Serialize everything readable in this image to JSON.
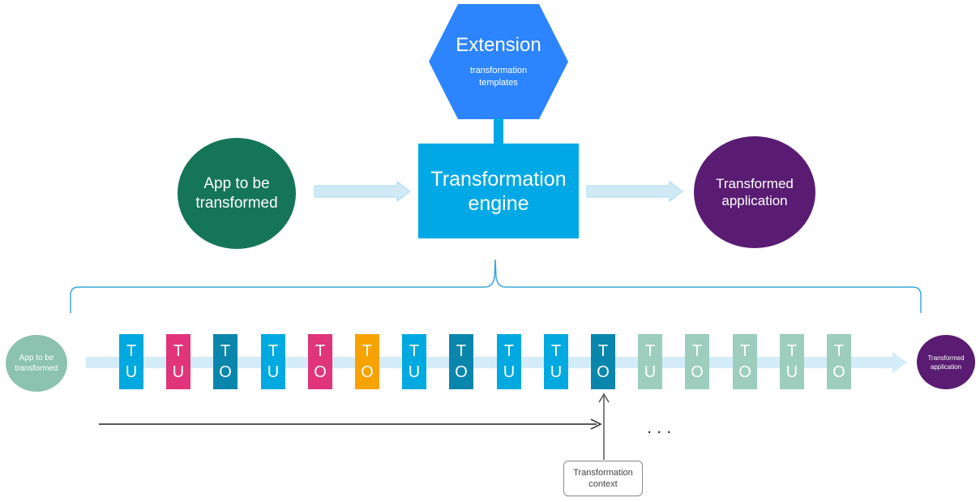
{
  "extension": {
    "title": "Extension",
    "subtitle_line1": "transformation",
    "subtitle_line2": "templates"
  },
  "engine": {
    "line1": "Transformation",
    "line2": "engine"
  },
  "app_big": {
    "line1": "App to be",
    "line2": "transformed"
  },
  "out_big": {
    "line1": "Transformed",
    "line2": "application"
  },
  "app_small": {
    "line1": "App to be",
    "line2": "transformed"
  },
  "out_small": {
    "line1": "Transformed",
    "line2": "application"
  },
  "tiles": [
    {
      "top": "T",
      "bottom": "U",
      "color": "#00a9e0"
    },
    {
      "top": "T",
      "bottom": "U",
      "color": "#e0357a"
    },
    {
      "top": "T",
      "bottom": "O",
      "color": "#0a86ad"
    },
    {
      "top": "T",
      "bottom": "U",
      "color": "#00a9e0"
    },
    {
      "top": "T",
      "bottom": "O",
      "color": "#e0357a"
    },
    {
      "top": "T",
      "bottom": "O",
      "color": "#f6a200"
    },
    {
      "top": "T",
      "bottom": "U",
      "color": "#00a9e0"
    },
    {
      "top": "T",
      "bottom": "O",
      "color": "#0a86ad"
    },
    {
      "top": "T",
      "bottom": "U",
      "color": "#00a9e0"
    },
    {
      "top": "T",
      "bottom": "U",
      "color": "#00a9e0"
    },
    {
      "top": "T",
      "bottom": "O",
      "color": "#0a86ad"
    },
    {
      "top": "T",
      "bottom": "U",
      "color": "#9ccdbd"
    },
    {
      "top": "T",
      "bottom": "O",
      "color": "#9ccdbd"
    },
    {
      "top": "T",
      "bottom": "O",
      "color": "#9ccdbd"
    },
    {
      "top": "T",
      "bottom": "U",
      "color": "#9ccdbd"
    },
    {
      "top": "T",
      "bottom": "O",
      "color": "#9ccdbd"
    }
  ],
  "context": {
    "line1": "Transformation",
    "line2": "context"
  },
  "ellipsis": "...",
  "colors": {
    "engine": "#00a9e5",
    "extension": "#2c85ff",
    "app": "#157557",
    "output": "#591c72",
    "flow_arrow": "#cfeaf6"
  }
}
